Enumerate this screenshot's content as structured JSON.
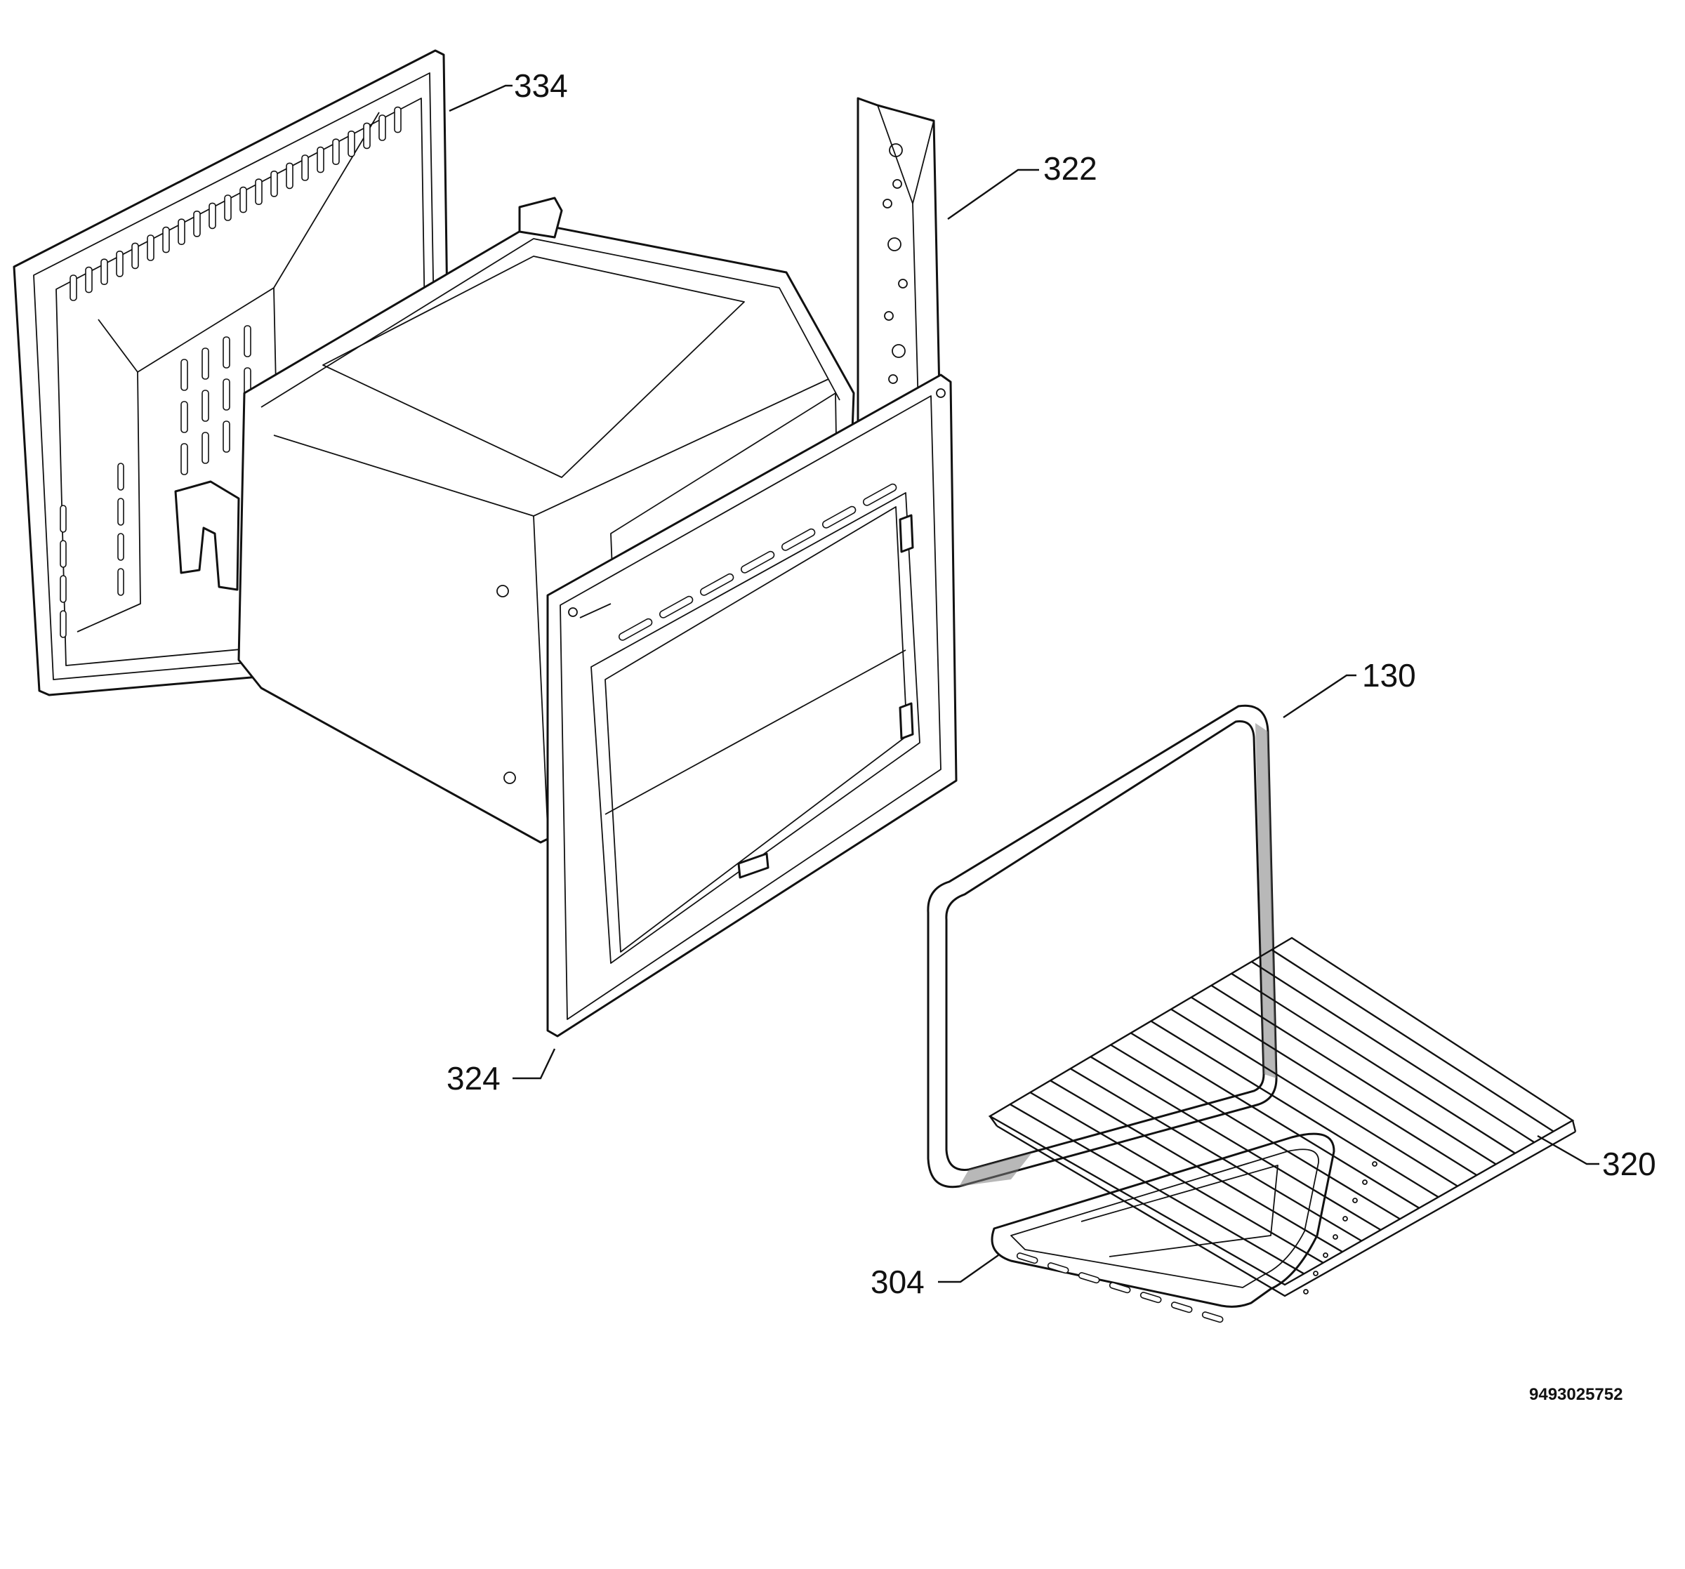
{
  "callouts": {
    "c334": "334",
    "c322": "322",
    "c130": "130",
    "c324": "324",
    "c320": "320",
    "c304": "304"
  },
  "document_id": "9493025752",
  "colors": {
    "line": "#111111",
    "background": "#ffffff",
    "shade": "#7d7d7d"
  }
}
